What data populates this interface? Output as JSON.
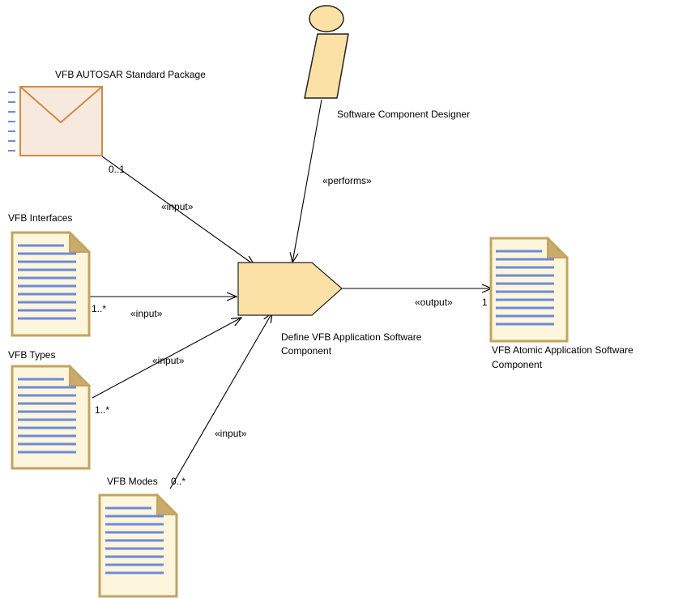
{
  "colors": {
    "doc_fill": "#fdf6dd",
    "doc_stroke": "#c1a45f",
    "doc_fold": "#c9ac6a",
    "doc_lines": "#6f8ad8",
    "envelope_fill": "#f8e9df",
    "envelope_stroke": "#cf8a43",
    "envelope_dashes": "#6f8ad8",
    "task_fill": "#fbe1a6",
    "task_stroke": "#222222",
    "actor_fill": "#fbe1a6",
    "arrow": "#000000"
  },
  "nodes": {
    "standard_package": {
      "label": "VFB AUTOSAR Standard Package",
      "icon": "envelope-icon"
    },
    "interfaces": {
      "label": "VFB Interfaces",
      "icon": "document-icon"
    },
    "types": {
      "label": "VFB Types",
      "icon": "document-icon"
    },
    "modes": {
      "label": "VFB Modes",
      "icon": "document-icon"
    },
    "designer": {
      "label": "Software Component Designer",
      "icon": "actor-icon"
    },
    "task": {
      "label_line1": "Define VFB Application Software",
      "label_line2": "Component",
      "icon": "task-icon"
    },
    "output": {
      "label_line1": "VFB Atomic Application Software",
      "label_line2": "Component",
      "icon": "document-icon"
    }
  },
  "edges": {
    "package_input": {
      "stereotype": "«input»",
      "multiplicity": "0..1"
    },
    "interfaces_input": {
      "stereotype": "«input»",
      "multiplicity": "1..*"
    },
    "types_input": {
      "stereotype": "«input»",
      "multiplicity": "1..*"
    },
    "modes_input": {
      "stereotype": "«input»",
      "multiplicity": "0..*"
    },
    "performs": {
      "stereotype": "«performs»"
    },
    "output": {
      "stereotype": "«output»",
      "multiplicity": "1"
    }
  }
}
